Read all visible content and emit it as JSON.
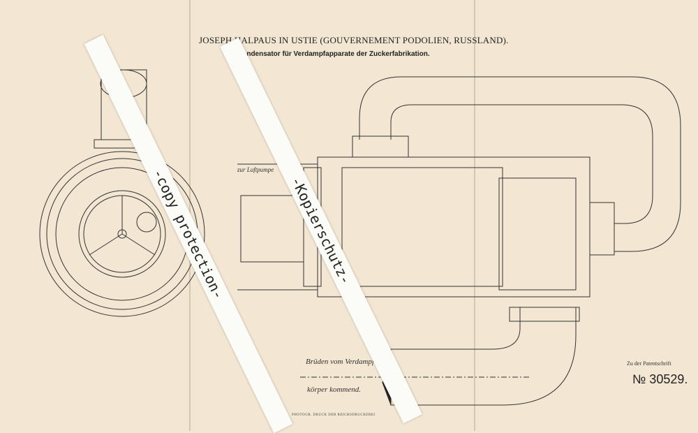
{
  "header": {
    "inventor": "JOSEPH HALPAUS IN USTIE (GOUVERNEMENT PODOLIEN, RUSSLAND).",
    "title": "Condensator für Verdampfapparate der Zuckerfabrikation."
  },
  "patent": {
    "ref_label": "Zu der Patentschrift",
    "number": "№ 30529."
  },
  "annotations": {
    "air_pump": "zur Luftpumpe",
    "inlet_line1": "Brüden vom Verdampf-",
    "inlet_line2": "körper kommend."
  },
  "footer": {
    "printer": "PHOTOGR. DRUCK DER REICHSDRUCKEREI"
  },
  "watermarks": {
    "english": "-copy protection-",
    "german": "-Kopierschutz-"
  },
  "colors": {
    "paper": "#f3e6d2",
    "ink": "#222222",
    "strip": "#fbfbf8"
  }
}
